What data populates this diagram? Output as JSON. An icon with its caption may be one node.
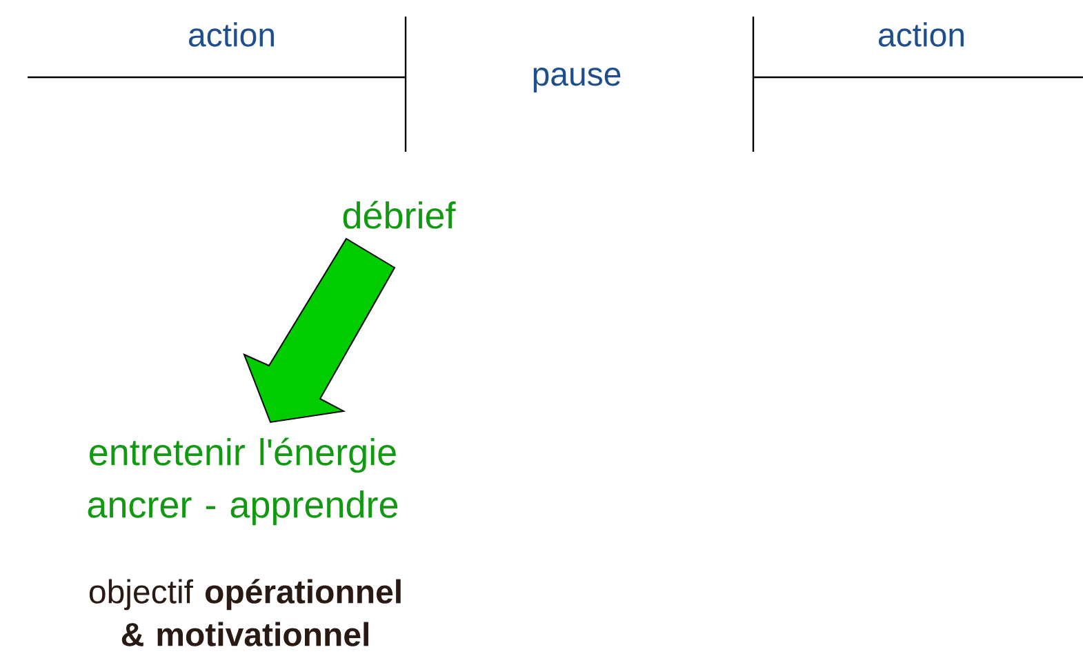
{
  "diagram": {
    "nodes": [
      {
        "text": [
          "débrief"
        ]
      },
      {
        "text": [
          "entretenir l'énergie ancrer - apprendre"
        ]
      }
    ],
    "edges": [
      {
        "from": 0,
        "to": 1,
        "arrow": "to",
        "style": "thick",
        "color": "#00cc00"
      }
    ],
    "labels": [
      "action",
      "pause",
      "action",
      "objectif **opérationnel & motivationnel**"
    ]
  }
}
